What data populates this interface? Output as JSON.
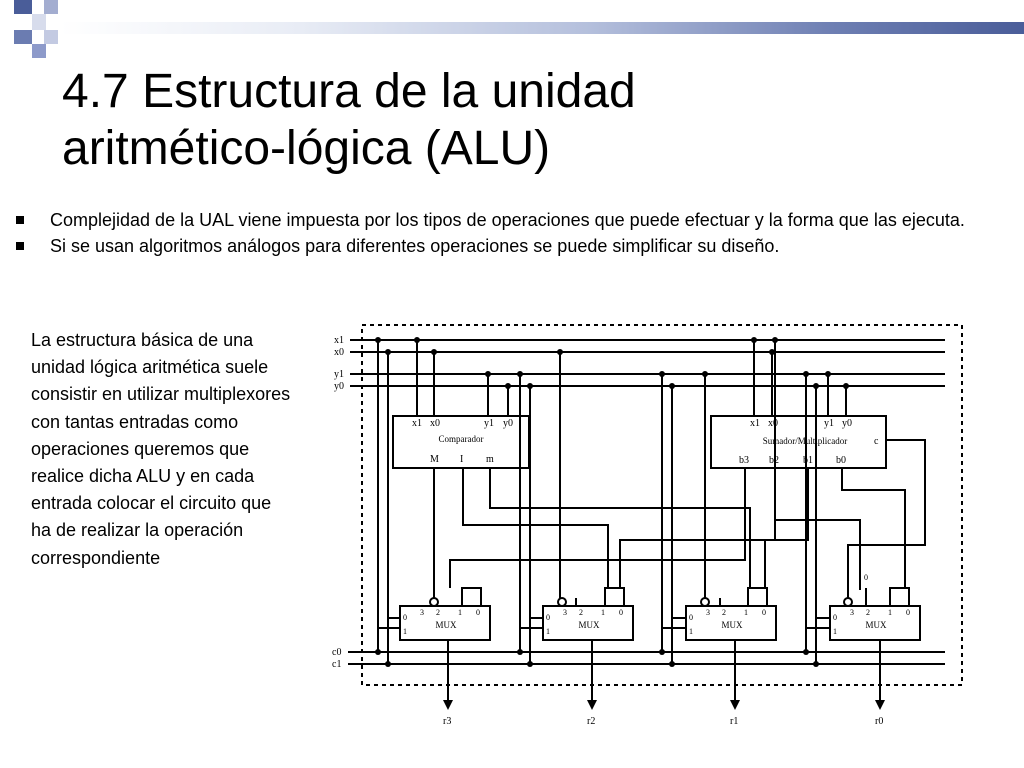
{
  "slide": {
    "title_line1": "4.7 Estructura de la unidad",
    "title_line2": "aritmético-lógica (ALU)",
    "bullets": [
      "Complejidad de la UAL viene impuesta por los tipos de operaciones que puede efectuar y la forma que las ejecuta.",
      "Si se usan algoritmos análogos para diferentes operaciones se puede simplificar su diseño."
    ],
    "side_text": "La estructura básica de una unidad lógica aritmética suele consistir en utilizar multiplexores con tantas entradas como operaciones queremos que realice dicha ALU y en cada entrada colocar el circuito que ha de realizar la operación correspondiente"
  },
  "diagram": {
    "inputs": [
      "x1",
      "x0",
      "y1",
      "y0"
    ],
    "controls": [
      "c0",
      "c1"
    ],
    "comparador": {
      "label": "Comparador",
      "inputs": [
        "x1",
        "x0",
        "y1",
        "y0"
      ],
      "outputs": [
        "M",
        "I",
        "m"
      ]
    },
    "sumador": {
      "label": "Sumador/Multiplicador",
      "inputs": [
        "x1",
        "x0",
        "y1",
        "y0"
      ],
      "outputs": [
        "b3",
        "b2",
        "b1",
        "b0"
      ],
      "carry": "c"
    },
    "mux": {
      "label": "MUX",
      "data_inputs": [
        "3",
        "2",
        "1",
        "0"
      ],
      "select_inputs": [
        "0",
        "1"
      ]
    },
    "outputs": [
      "r3",
      "r2",
      "r1",
      "r0"
    ],
    "constant_zero": "0"
  }
}
